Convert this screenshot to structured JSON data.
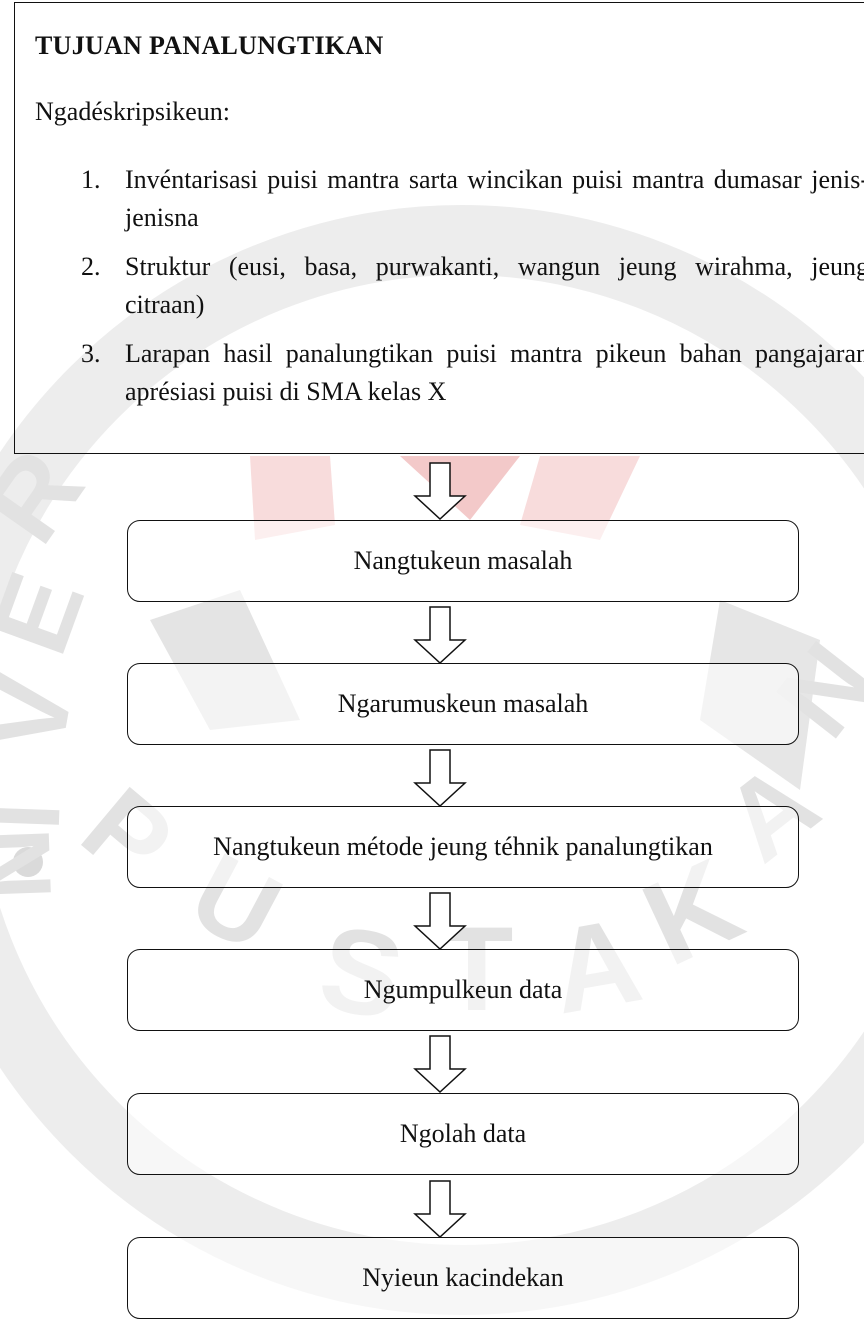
{
  "goal": {
    "title": "TUJUAN PANALUNGTIKAN",
    "intro": "Ngadéskripsikeun:",
    "items": [
      {
        "num": "1.",
        "text": "Invéntarisasi puisi mantra sarta wincikan puisi mantra dumasar jenis-jenisna"
      },
      {
        "num": "2.",
        "text": "Struktur (eusi, basa, purwakanti, wangun jeung wirahma, jeung citraan)"
      },
      {
        "num": "3.",
        "text": "Larapan hasil panalungtikan puisi mantra pikeun bahan pangajaran aprésiasi puisi di SMA kelas X"
      }
    ]
  },
  "steps": [
    "Nangtukeun masalah",
    "Ngarumuskeun masalah",
    "Nangtukeun métode jeung téhnik panalungtikan",
    "Ngumpulkeun data",
    "Ngolah data",
    "Nyieun kacindekan"
  ],
  "watermark": {
    "top_arc_color": "#f7dcdc",
    "ring_color": "#ececec",
    "letters": [
      "U",
      "N",
      "I",
      "V",
      "E",
      "R",
      "P",
      "U",
      "S",
      "T",
      "A",
      "K",
      "A",
      "A",
      "N"
    ]
  }
}
